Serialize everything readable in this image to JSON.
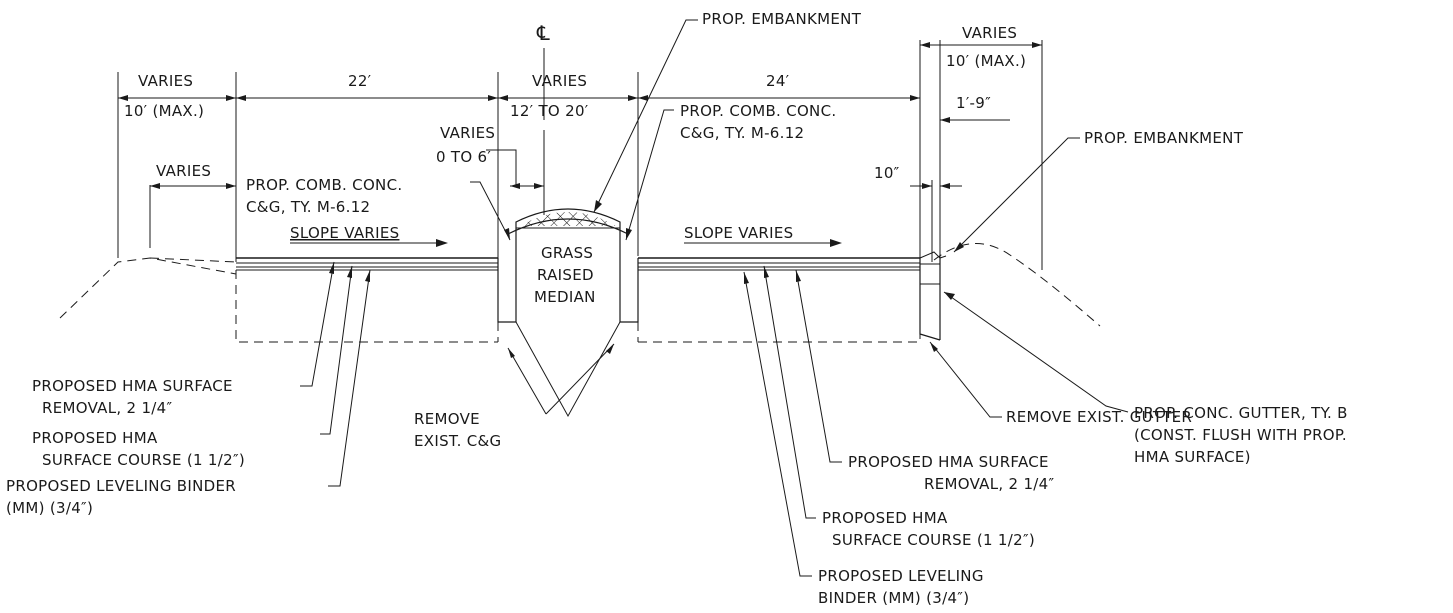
{
  "centerline_symbol": "℄",
  "dimensions": {
    "left_shoulder_varies": "VARIES",
    "left_shoulder_max": "10′ (MAX.)",
    "left_lanes": "22′",
    "median_varies": "VARIES",
    "median_range": "12′ TO 20′",
    "right_lanes": "24′",
    "right_shoulder_varies": "VARIES",
    "right_shoulder_max": "10′ (MAX.)",
    "right_gutter_width": "1′-9″",
    "gutter_depth": "10″",
    "left_inner_varies": "VARIES",
    "median_offset_varies": "VARIES",
    "median_offset_range": "0 TO 6′"
  },
  "slopes": {
    "left": "SLOPE VARIES",
    "right": "SLOPE VARIES"
  },
  "median_label": [
    "GRASS",
    "RAISED",
    "MEDIAN"
  ],
  "callouts": {
    "embankment_top": "PROP. EMBANKMENT",
    "embankment_right": "PROP. EMBANKMENT",
    "cg_left": [
      "PROP. COMB. CONC.",
      "C&G, TY. M-6.12"
    ],
    "cg_right": [
      "PROP. COMB. CONC.",
      "C&G, TY. M-6.12"
    ],
    "conc_gutter": [
      "PROP. CONC. GUTTER, TY. B",
      "(CONST. FLUSH WITH PROP.",
      "HMA SURFACE)"
    ],
    "remove_gutter": "REMOVE EXIST. GUTTER",
    "remove_cg": [
      "REMOVE",
      "EXIST. C&G"
    ],
    "left_removal": [
      "PROPOSED HMA SURFACE",
      "REMOVAL, 2 1/4″"
    ],
    "left_surface": [
      "PROPOSED HMA",
      "SURFACE COURSE (1 1/2″)"
    ],
    "left_binder": [
      "PROPOSED LEVELING BINDER",
      "(MM) (3/4″)"
    ],
    "right_removal": [
      "PROPOSED HMA SURFACE",
      "REMOVAL, 2 1/4″"
    ],
    "right_surface": [
      "PROPOSED HMA",
      "SURFACE COURSE (1 1/2″)"
    ],
    "right_binder": [
      "PROPOSED LEVELING",
      "BINDER (MM) (3/4″)"
    ]
  }
}
